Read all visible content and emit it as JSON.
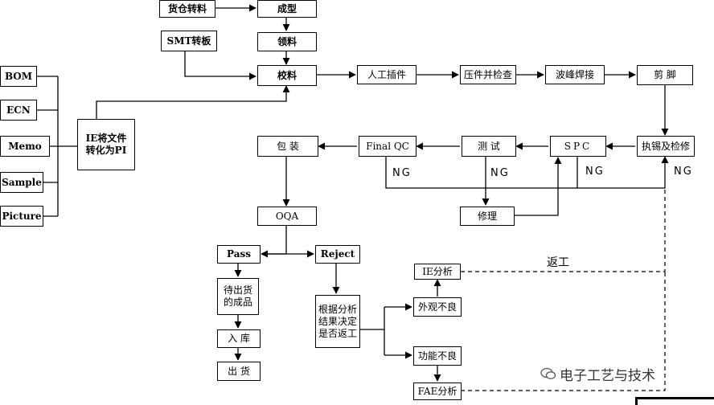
{
  "boxes": {
    "huocang": "货仓转料",
    "chengxing": "成型",
    "smt": "SMT转板",
    "lingliao": "领料",
    "bom": "BOM",
    "ecn": "ECN",
    "memo": "Memo",
    "sample": "Sample",
    "picture": "Picture",
    "ie_doc": "IE将文件转化为PI",
    "jiaoliao": "校料",
    "rengong": "人工插件",
    "yazuo": "压件并检查",
    "bofeng": "波峰焊接",
    "jianjiao": "剪 脚",
    "baozhuang": "包 装",
    "finalqc": "Final QC",
    "ceshi": "测 试",
    "spc": "SPC",
    "zhixi": "执锡及检修",
    "xiuli": "修理",
    "oqa": "OQA",
    "pass": "Pass",
    "reject": "Reject",
    "daichu": "待出货的成品",
    "genju": "根据分析结果决定是否返工",
    "ruku": "入 库",
    "chuhuo": "出 货",
    "ie_analysis": "IE分析",
    "waiguan": "外观不良",
    "gongneng": "功能不良",
    "fae": "FAE分析"
  },
  "labels": {
    "ng1": "NG",
    "ng2": "NG",
    "ng3": "NG",
    "ng4": "NG",
    "fangong": "返工"
  },
  "watermark": "电子工艺与技术"
}
